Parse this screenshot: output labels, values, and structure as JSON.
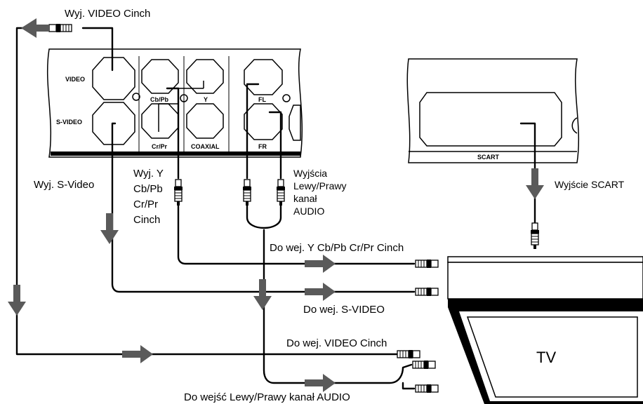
{
  "player_panel": {
    "ports": {
      "video": "VIDEO",
      "s_video": "S-VIDEO",
      "cb_pb": "Cb/Pb",
      "y": "Y",
      "cr_pr": "Cr/Pr",
      "coaxial": "COAXIAL",
      "fl": "FL",
      "fr": "FR"
    }
  },
  "scart_panel": {
    "label": "SCART"
  },
  "tv": {
    "label": "TV"
  },
  "labels": {
    "video_out": "Wyj. VIDEO Cinch",
    "svideo_out": "Wyj. S-Video",
    "component_out": [
      "Wyj. Y",
      "Cb/Pb",
      "Cr/Pr",
      "Cinch"
    ],
    "audio_out": [
      "Wyjścia",
      "Lewy/Prawy",
      "kanał",
      "AUDIO"
    ],
    "scart_out": "Wyjście SCART",
    "component_in": "Do wej. Y Cb/Pb Cr/Pr Cinch",
    "svideo_in": "Do wej. S-VIDEO",
    "video_in": "Do wej. VIDEO Cinch",
    "audio_in": "Do wejść Lewy/Prawy kanał AUDIO"
  },
  "colors": {
    "arrow": "#5a5a5a",
    "line": "#000000",
    "background": "#ffffff"
  },
  "icons": [
    "rca-plug-icon",
    "scart-plug-icon",
    "arrow-right-icon",
    "arrow-down-icon",
    "arrow-left-icon"
  ]
}
